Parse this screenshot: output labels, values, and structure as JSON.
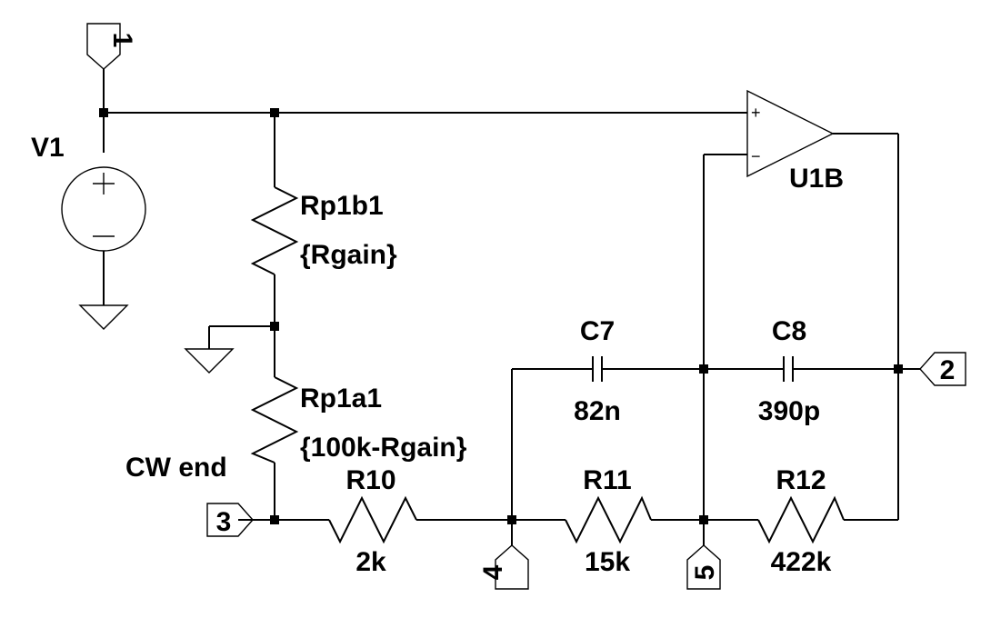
{
  "schematic": {
    "source": {
      "ref": "V1"
    },
    "op_amp": {
      "ref": "U1B",
      "plus_sign": "+",
      "minus_sign": "−"
    },
    "resistors": [
      {
        "ref": "Rp1b1",
        "value": "{Rgain}"
      },
      {
        "ref": "Rp1a1",
        "value": "{100k-Rgain}"
      },
      {
        "ref": "R10",
        "value": "2k"
      },
      {
        "ref": "R11",
        "value": "15k"
      },
      {
        "ref": "R12",
        "value": "422k"
      }
    ],
    "capacitors": [
      {
        "ref": "C7",
        "value": "82n"
      },
      {
        "ref": "C8",
        "value": "390p"
      }
    ],
    "annotations": {
      "cw_end": "CW end"
    },
    "ports": [
      "1",
      "2",
      "3",
      "4",
      "5"
    ],
    "source_signs": {
      "plus": "+",
      "minus": "−"
    }
  }
}
